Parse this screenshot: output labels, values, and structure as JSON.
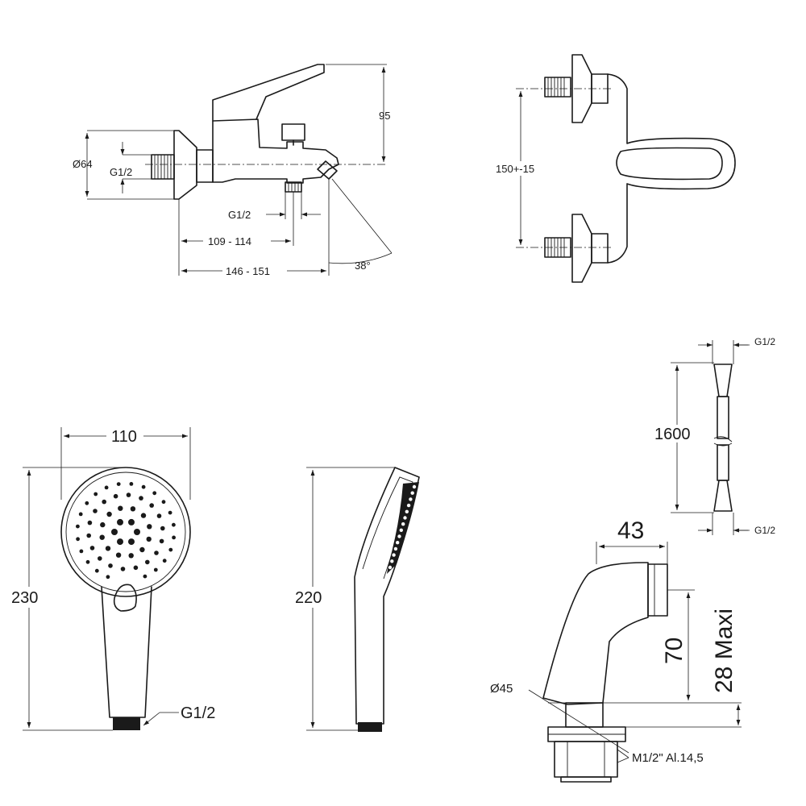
{
  "mixer_side": {
    "dia_body": "Ø64",
    "thread_inlet": "G1/2",
    "height": "95",
    "thread_outlet": "G1/2",
    "dist_outlet": "109 - 114",
    "dist_spout": "146 - 151",
    "spout_angle": "38°"
  },
  "mixer_front": {
    "centres": "150+-15"
  },
  "hand_shower_front": {
    "width": "110",
    "height": "230",
    "thread": "G1/2"
  },
  "hand_shower_side": {
    "height": "220"
  },
  "hose": {
    "thread_top": "G1/2",
    "length": "1600",
    "thread_bottom": "G1/2"
  },
  "elbow": {
    "width": "43",
    "height": "70",
    "max_thickness": "28 Maxi",
    "dia_base": "Ø45",
    "thread": "M1/2\" Al.14,5"
  }
}
